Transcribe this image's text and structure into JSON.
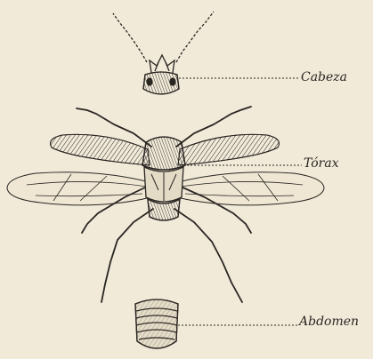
{
  "figure": {
    "subject": "beetle body parts illustration",
    "labels": {
      "head": "Cabeza",
      "thorax": "Tórax",
      "abdomen": "Abdomen"
    },
    "colors": {
      "paper": "#f1ead9",
      "ink": "#2a2622"
    }
  }
}
